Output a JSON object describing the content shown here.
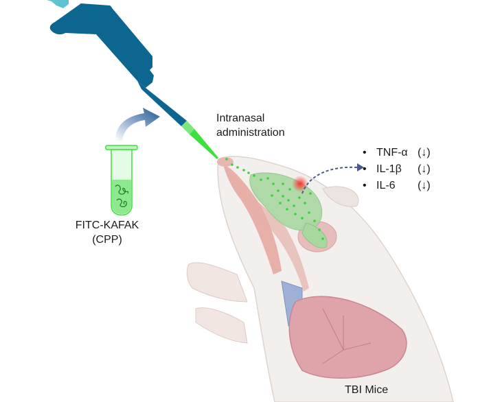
{
  "labels": {
    "tube": [
      "FITC-KAFAK",
      "(CPP)"
    ],
    "route": [
      "Intranasal",
      "administration"
    ],
    "subject": "TBI Mice"
  },
  "cytokines": [
    {
      "bullet": "•",
      "name": "TNF-α",
      "change": "(↓)"
    },
    {
      "bullet": "•",
      "name": "IL-1β",
      "change": "(↓)"
    },
    {
      "bullet": "•",
      "name": "IL-6",
      "change": "(↓)"
    }
  ],
  "colors": {
    "pipette": "#0d6690",
    "pipette_top": "#5fc3cf",
    "fitc_green": "#3ee03e",
    "mouse": "#f2efed",
    "arrow": "#4a5a90"
  }
}
